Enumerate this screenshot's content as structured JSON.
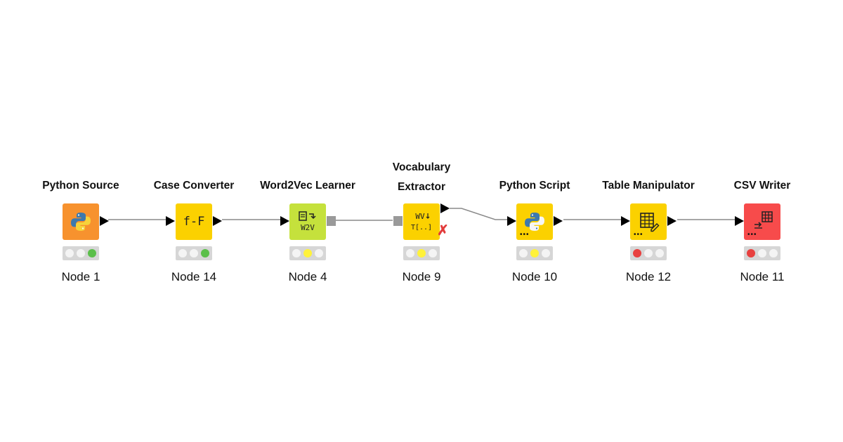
{
  "workflow": {
    "nodes": [
      {
        "title_lines": [
          "Python Source"
        ],
        "label": "Node 1",
        "color": "#f7922e",
        "icon": "python-icon",
        "states": [
          "off",
          "off",
          "green"
        ],
        "ports": [
          "out-tri"
        ]
      },
      {
        "title_lines": [
          "Case Converter"
        ],
        "label": "Node 14",
        "color": "#fbd100",
        "icon": "case-converter-icon",
        "icon_text": "f-F",
        "states": [
          "off",
          "off",
          "green"
        ],
        "ports": [
          "in-tri",
          "out-tri"
        ]
      },
      {
        "title_lines": [
          "Word2Vec Learner"
        ],
        "label": "Node 4",
        "color": "#c5e13c",
        "icon": "word2vec-icon",
        "icon_text": "W2V",
        "states": [
          "off",
          "yellow",
          "off"
        ],
        "ports": [
          "in-tri",
          "out-sq"
        ]
      },
      {
        "title_lines": [
          "Vocabulary",
          "Extractor"
        ],
        "label": "Node 9",
        "color": "#fbd100",
        "icon": "vocabulary-extractor-icon",
        "icon_text_top": "WV",
        "icon_text_bottom": "T[..]",
        "states": [
          "off",
          "yellow",
          "off"
        ],
        "ports": [
          "in-sq",
          "out-tri",
          "out-tri"
        ],
        "warning": "✗"
      },
      {
        "title_lines": [
          "Python Script"
        ],
        "label": "Node 10",
        "color": "#fbd100",
        "icon": "python-icon",
        "states": [
          "off",
          "yellow",
          "off"
        ],
        "ports": [
          "in-tri",
          "out-tri"
        ],
        "more": "•••"
      },
      {
        "title_lines": [
          "Table Manipulator"
        ],
        "label": "Node 12",
        "color": "#fbd100",
        "icon": "table-edit-icon",
        "states": [
          "red",
          "off",
          "off"
        ],
        "ports": [
          "in-tri",
          "out-tri"
        ],
        "more": "•••"
      },
      {
        "title_lines": [
          "CSV Writer"
        ],
        "label": "Node 11",
        "color": "#f74b4b",
        "icon": "csv-writer-icon",
        "states": [
          "red",
          "off",
          "off"
        ],
        "ports": [
          "in-tri"
        ],
        "more": "•••"
      }
    ],
    "state_colors": {
      "off": "#f4f4f4",
      "green": "#5bbf4a",
      "yellow": "#fff23a",
      "red": "#e8403f"
    }
  }
}
